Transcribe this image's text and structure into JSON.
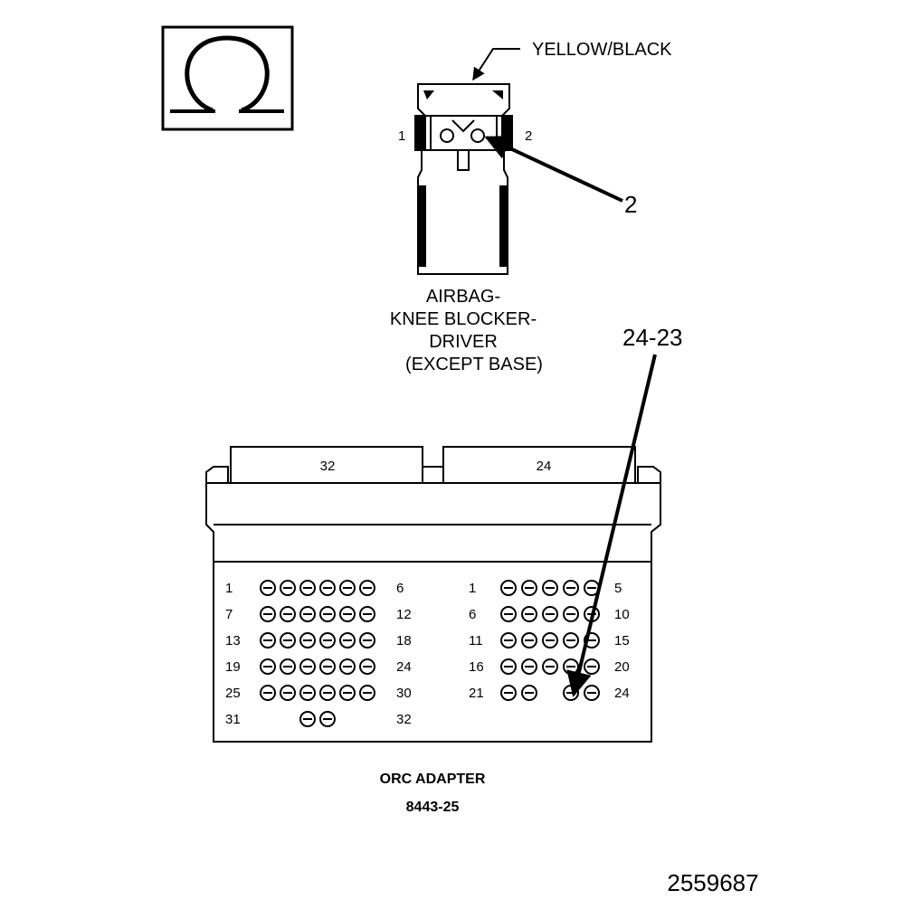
{
  "ohm_symbol": {
    "icon": "ohm-icon",
    "glyph": "Ω"
  },
  "connector": {
    "wire_color": "YELLOW/BLACK",
    "pin_left": "1",
    "pin_right": "2",
    "callout": "2",
    "name_lines": [
      "AIRBAG-",
      "KNEE BLOCKER-",
      "DRIVER",
      "(EXCEPT BASE)"
    ]
  },
  "adapter": {
    "callout": "24-23",
    "plug_left_label": "32",
    "plug_right_label": "24",
    "left_block": {
      "rows": [
        {
          "start": "1",
          "end": "6",
          "pins": 6
        },
        {
          "start": "7",
          "end": "12",
          "pins": 6
        },
        {
          "start": "13",
          "end": "18",
          "pins": 6
        },
        {
          "start": "19",
          "end": "24",
          "pins": 6
        },
        {
          "start": "25",
          "end": "30",
          "pins": 6
        },
        {
          "start": "31",
          "end": "32",
          "pins": 2
        }
      ]
    },
    "right_block": {
      "rows": [
        {
          "start": "1",
          "end": "5",
          "pins": 5
        },
        {
          "start": "6",
          "end": "10",
          "pins": 5
        },
        {
          "start": "11",
          "end": "15",
          "pins": 5
        },
        {
          "start": "16",
          "end": "20",
          "pins": 5
        },
        {
          "start": "21",
          "end": "24",
          "pins": 4
        }
      ]
    },
    "title": "ORC ADAPTER",
    "part_number": "8443-25"
  },
  "figure_number": "2559687"
}
